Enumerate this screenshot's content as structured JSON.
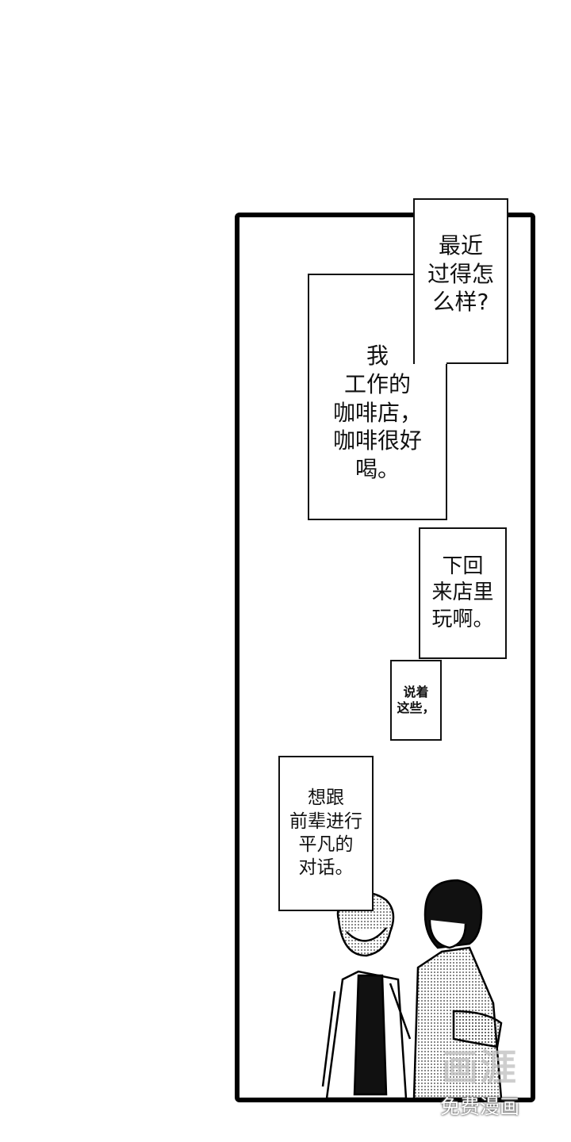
{
  "bubbles": [
    {
      "text": "最近\n过得怎\n么样?"
    },
    {
      "text": "我\n工作的\n咖啡店，\n咖啡很好\n喝。"
    },
    {
      "text": "下回\n来店里\n玩啊。"
    },
    {
      "text": "说着\n这些，"
    },
    {
      "text": "想跟\n前辈进行\n平凡的\n对话。"
    }
  ],
  "watermark": {
    "logo": "画涯",
    "subtitle": "免费漫画"
  }
}
